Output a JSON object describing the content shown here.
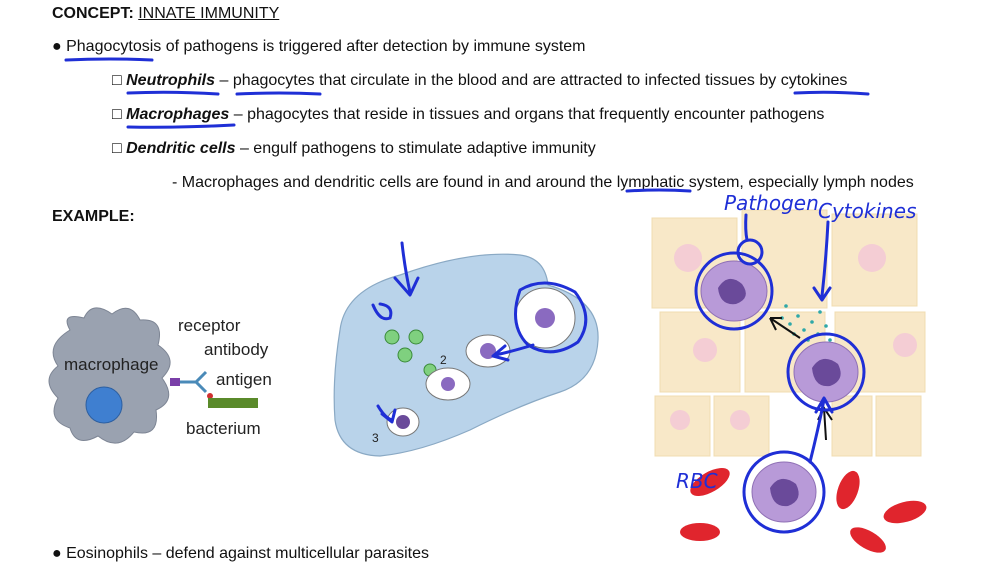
{
  "concept": {
    "prefix": "CONCEPT:",
    "title": "INNATE IMMUNITY"
  },
  "bullet_main": "● Phagocytosis of pathogens is triggered after detection by immune system",
  "cells": [
    {
      "box": "□",
      "name": "Neutrophils",
      "desc": "– phagocytes that circulate in the blood and are attracted to infected tissues by cytokines"
    },
    {
      "box": "□",
      "name": "Macrophages",
      "desc": "– phagocytes that reside in tissues and organs that frequently encounter pathogens"
    },
    {
      "box": "□",
      "name": "Dendritic cells",
      "desc": "– engulf pathogens to stimulate adaptive immunity"
    }
  ],
  "note": "- Macrophages and dendritic cells are found in and around the lymphatic system, especially lymph nodes",
  "example_label": "EXAMPLE:",
  "figure1": {
    "macrophage": "macrophage",
    "receptor": "receptor",
    "antibody": "antibody",
    "antigen": "antigen",
    "bacterium": "bacterium"
  },
  "figure2": {
    "step2": "2",
    "step3": "3"
  },
  "handwriting": {
    "pathogen": "Pathogen",
    "cytokines": "Cytokines",
    "rbc": "RBC"
  },
  "bottom_bullet": "● Eosinophils – defend against multicellular parasites",
  "colors": {
    "ink": "#1f2fd6",
    "cell_purple": "#b89ad8",
    "rbc_red": "#e0252d",
    "macrophage_gray": "#9aa2b0",
    "nucleus_blue": "#3f7fd0",
    "phago_cell_blue": "#b9d3ea"
  }
}
